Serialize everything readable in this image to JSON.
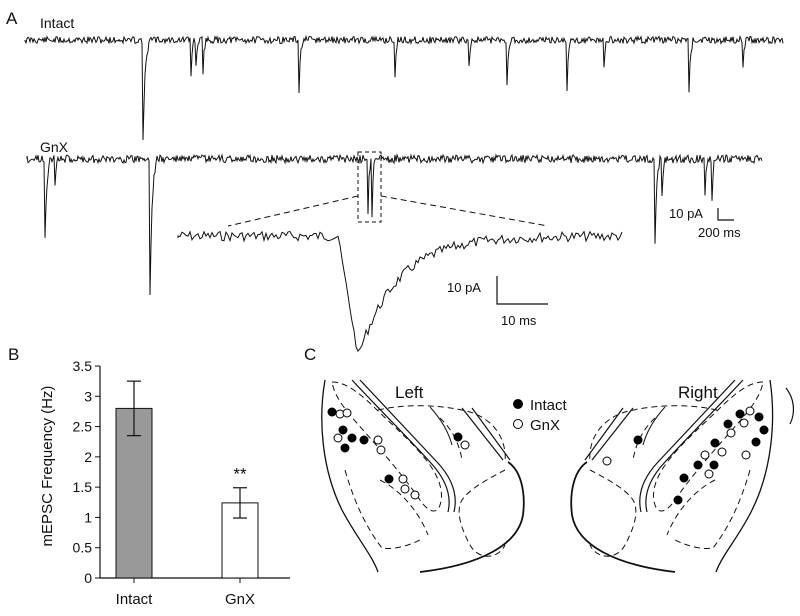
{
  "panels": {
    "a": {
      "label": "A"
    },
    "b": {
      "label": "B"
    },
    "c": {
      "label": "C"
    }
  },
  "traces": {
    "intact_label": "Intact",
    "gnx_label": "GnX",
    "scale_main_y": "10 pA",
    "scale_main_x": "200 ms",
    "scale_inset_y": "10 pA",
    "scale_inset_x": "10 ms"
  },
  "chart_data": {
    "type": "bar",
    "categories": [
      "Intact",
      "GnX"
    ],
    "values": [
      2.8,
      1.24
    ],
    "errors": [
      0.45,
      0.25
    ],
    "colors": [
      "#999999",
      "#ffffff"
    ],
    "ylabel": "mEPSC Frequency (Hz)",
    "xlabel": "",
    "ylim": [
      0,
      3.5
    ],
    "yticks": [
      "0",
      "0.5",
      "1",
      "1.5",
      "2",
      "2.5",
      "3",
      "3.5"
    ],
    "annotation": "**"
  },
  "diagram": {
    "left_label": "Left",
    "right_label": "Right",
    "legend": [
      {
        "label": "Intact",
        "fill": "#000000"
      },
      {
        "label": "GnX",
        "fill": "#ffffff"
      }
    ]
  }
}
